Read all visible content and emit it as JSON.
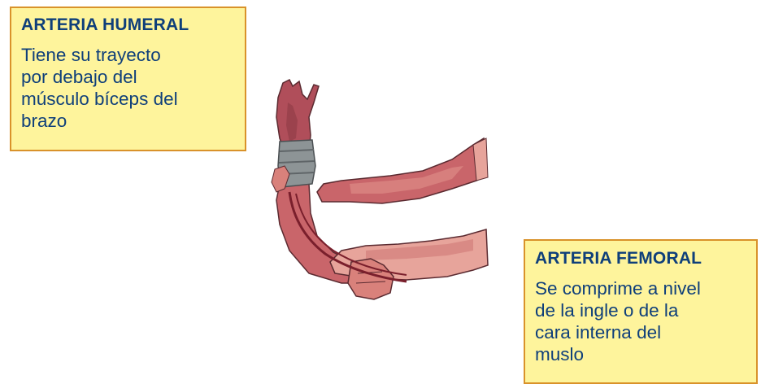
{
  "humeral_box": {
    "title": "ARTERIA HUMERAL",
    "lines": [
      "Tiene su trayecto",
      "por debajo del",
      "músculo bíceps del",
      "brazo"
    ]
  },
  "femoral_box": {
    "title": "ARTERIA FEMORAL",
    "lines": [
      "Se comprime a nivel",
      "de la ingle o de la",
      "cara interna del",
      "muslo"
    ]
  },
  "illustration": {
    "icon": "arm-compression-illustration",
    "colors": {
      "skin": "#c9656a",
      "skin_light": "#e7a49b",
      "skin_dark": "#8e3a44",
      "bandage": "#8d9496",
      "outline": "#5a2a30"
    }
  },
  "colors": {
    "box_fill": "#fef49c",
    "box_border": "#d9922a",
    "text": "#0f3f7a"
  }
}
